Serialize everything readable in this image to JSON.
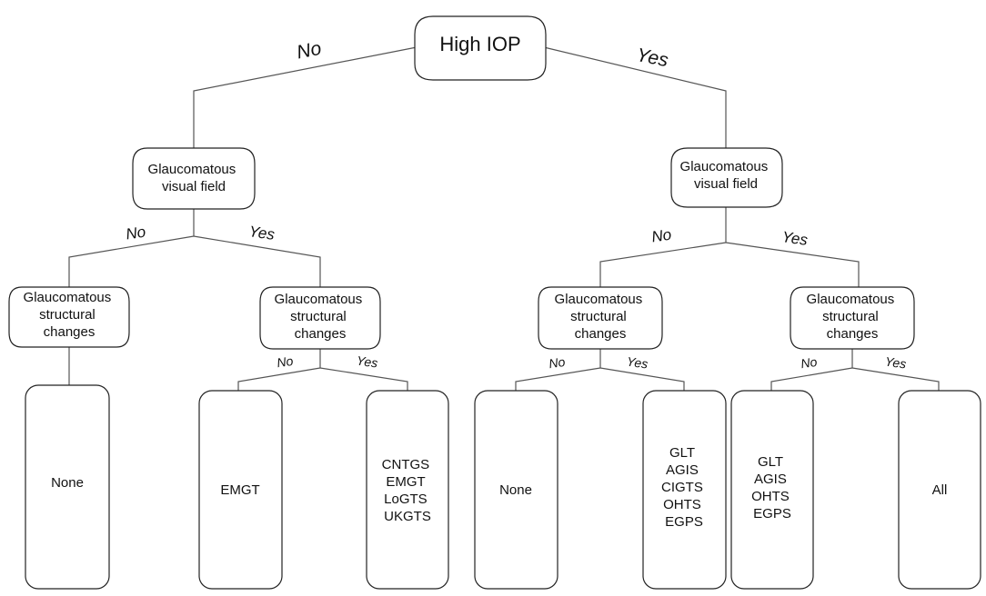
{
  "root": {
    "label": "High IOP",
    "edge_no": "No",
    "edge_yes": "Yes"
  },
  "left_field": {
    "lines": [
      "Glaucomatous",
      "visual field"
    ],
    "edge_no": "No",
    "edge_yes": "Yes"
  },
  "right_field": {
    "lines": [
      "Glaucomatous",
      "visual field"
    ],
    "edge_no": "No",
    "edge_yes": "Yes"
  },
  "struct_ll": {
    "lines": [
      "Glaucomatous",
      "structural",
      "changes"
    ]
  },
  "struct_lr": {
    "lines": [
      "Glaucomatous",
      "structural",
      "changes"
    ],
    "edge_no": "No",
    "edge_yes": "Yes"
  },
  "struct_rl": {
    "lines": [
      "Glaucomatous",
      "structural",
      "changes"
    ],
    "edge_no": "No",
    "edge_yes": "Yes"
  },
  "struct_rr": {
    "lines": [
      "Glaucomatous",
      "structural",
      "changes"
    ],
    "edge_no": "No",
    "edge_yes": "Yes"
  },
  "outcomes": [
    {
      "lines": [
        "None"
      ]
    },
    {
      "lines": [
        "EMGT"
      ]
    },
    {
      "lines": [
        "CNTGS",
        "EMGT",
        "LoGTS",
        "UKGTS"
      ]
    },
    {
      "lines": [
        "None"
      ]
    },
    {
      "lines": [
        "GLT",
        "AGIS",
        "CIGTS",
        "OHTS",
        "EGPS"
      ]
    },
    {
      "lines": [
        "GLT",
        "AGIS",
        "OHTS",
        "EGPS"
      ]
    },
    {
      "lines": [
        "All"
      ]
    }
  ]
}
